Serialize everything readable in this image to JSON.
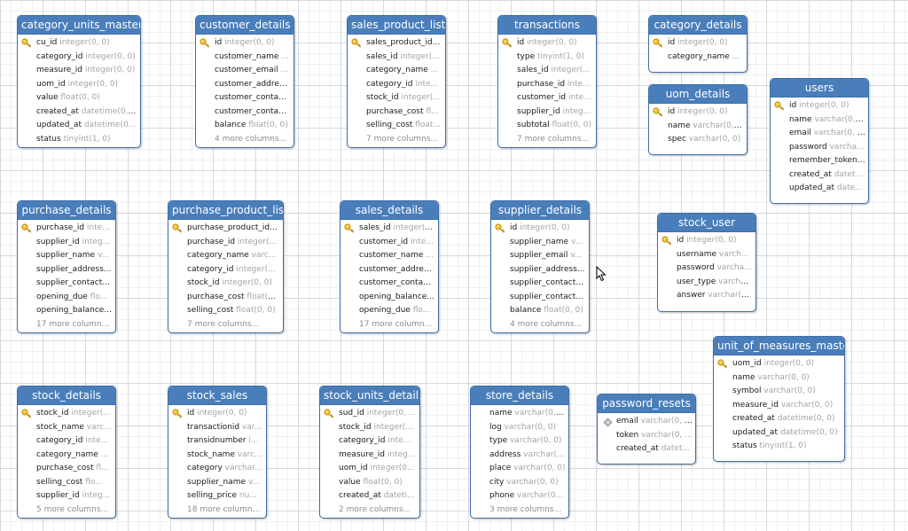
{
  "tables": [
    {
      "id": "category_units_masters",
      "title": "category_units_masters",
      "rows": [
        {
          "key": "pk",
          "name": "cu_id",
          "type": "integer(0, 0)"
        },
        {
          "name": "category_id",
          "type": "integer(0, 0)"
        },
        {
          "name": "measure_id",
          "type": "integer(0, 0)"
        },
        {
          "name": "uom_id",
          "type": "integer(0, 0)"
        },
        {
          "name": "value",
          "type": "float(0, 0)"
        },
        {
          "name": "created_at",
          "type": "datetime(0, ..."
        },
        {
          "name": "updated_at",
          "type": "datetime(0..."
        },
        {
          "name": "status",
          "type": "tinyint(1, 0)"
        }
      ]
    },
    {
      "id": "customer_details",
      "title": "customer_details",
      "rows": [
        {
          "key": "pk",
          "name": "id",
          "type": "integer(0, 0)"
        },
        {
          "name": "customer_name",
          "type": "..."
        },
        {
          "name": "customer_email",
          "type": "..."
        },
        {
          "name": "customer_address",
          "type": "..."
        },
        {
          "name": "customer_contact1",
          "type": ""
        },
        {
          "name": "customer_contact2",
          "type": ""
        },
        {
          "name": "balance",
          "type": "float(0, 0)"
        },
        {
          "more": "4 more columns..."
        }
      ]
    },
    {
      "id": "sales_product_list",
      "title": "sales_product_list",
      "rows": [
        {
          "key": "pk",
          "name": "sales_product_id...",
          "type": ""
        },
        {
          "name": "sales_id",
          "type": "integer(..."
        },
        {
          "name": "category_name",
          "type": "..."
        },
        {
          "name": "category_id",
          "type": "inte..."
        },
        {
          "name": "stock_id",
          "type": "integer(..."
        },
        {
          "name": "purchase_cost",
          "type": "fl..."
        },
        {
          "name": "selling_cost",
          "type": "float..."
        },
        {
          "more": "7 more columns..."
        }
      ]
    },
    {
      "id": "transactions",
      "title": "transactions",
      "rows": [
        {
          "key": "pk",
          "name": "id",
          "type": "integer(0, 0)"
        },
        {
          "name": "type",
          "type": "tinyint(1, 0)"
        },
        {
          "name": "sales_id",
          "type": "integer(..."
        },
        {
          "name": "purchase_id",
          "type": "inte..."
        },
        {
          "name": "customer_id",
          "type": "inte..."
        },
        {
          "name": "supplier_id",
          "type": "integ..."
        },
        {
          "name": "subtotal",
          "type": "float(0, 0)"
        },
        {
          "more": "7 more columns..."
        }
      ]
    },
    {
      "id": "category_details",
      "title": "category_details",
      "rows": [
        {
          "key": "pk",
          "name": "id",
          "type": "integer(0, 0)"
        },
        {
          "name": "category_name",
          "type": "..."
        }
      ]
    },
    {
      "id": "uom_details",
      "title": "uom_details",
      "rows": [
        {
          "key": "pk",
          "name": "id",
          "type": "integer(0, 0)"
        },
        {
          "name": "name",
          "type": "varchar(0, ..."
        },
        {
          "name": "spec",
          "type": "varchar(0, 0)"
        }
      ]
    },
    {
      "id": "users",
      "title": "users",
      "rows": [
        {
          "key": "pk",
          "name": "id",
          "type": "integer(0, 0)"
        },
        {
          "name": "name",
          "type": "varchar(0, ..."
        },
        {
          "name": "email",
          "type": "varchar(0, 0)"
        },
        {
          "name": "password",
          "type": "varcha..."
        },
        {
          "name": "remember_token",
          "type": "..."
        },
        {
          "name": "created_at",
          "type": "datet..."
        },
        {
          "name": "updated_at",
          "type": "date..."
        }
      ]
    },
    {
      "id": "purchase_details",
      "title": "purchase_details",
      "rows": [
        {
          "key": "pk",
          "name": "purchase_id",
          "type": "inte..."
        },
        {
          "name": "supplier_id",
          "type": "integ..."
        },
        {
          "name": "supplier_name",
          "type": "v..."
        },
        {
          "name": "supplier_address...",
          "type": ""
        },
        {
          "name": "supplier_contact1...",
          "type": ""
        },
        {
          "name": "opening_due",
          "type": "flo..."
        },
        {
          "name": "opening_balance...",
          "type": ""
        },
        {
          "more": "17 more columns..."
        }
      ]
    },
    {
      "id": "purchase_product_list",
      "title": "purchase_product_list",
      "rows": [
        {
          "key": "pk",
          "name": "purchase_product_id...",
          "type": ""
        },
        {
          "name": "purchase_id",
          "type": "integer(..."
        },
        {
          "name": "category_name",
          "type": "varc..."
        },
        {
          "name": "category_id",
          "type": "integer(..."
        },
        {
          "name": "stock_id",
          "type": "integer(0, 0)"
        },
        {
          "name": "purchase_cost",
          "type": "float(0..."
        },
        {
          "name": "selling_cost",
          "type": "float(0, 0)"
        },
        {
          "more": "7 more columns..."
        }
      ]
    },
    {
      "id": "sales_details",
      "title": "sales_details",
      "rows": [
        {
          "key": "pk",
          "name": "sales_id",
          "type": "integer(0..."
        },
        {
          "name": "customer_id",
          "type": "inte..."
        },
        {
          "name": "customer_name",
          "type": "..."
        },
        {
          "name": "customer_address...",
          "type": ""
        },
        {
          "name": "customer_contact1...",
          "type": ""
        },
        {
          "name": "opening_balance...",
          "type": ""
        },
        {
          "name": "opening_due",
          "type": "flo..."
        },
        {
          "more": "17 more columns..."
        }
      ]
    },
    {
      "id": "supplier_details",
      "title": "supplier_details",
      "rows": [
        {
          "key": "pk",
          "name": "id",
          "type": "integer(0, 0)"
        },
        {
          "name": "supplier_name",
          "type": "v..."
        },
        {
          "name": "supplier_email",
          "type": "v..."
        },
        {
          "name": "supplier_address...",
          "type": ""
        },
        {
          "name": "supplier_contact1...",
          "type": ""
        },
        {
          "name": "supplier_contact2...",
          "type": ""
        },
        {
          "name": "balance",
          "type": "float(0, 0)"
        },
        {
          "more": "4 more columns..."
        }
      ]
    },
    {
      "id": "stock_user",
      "title": "stock_user",
      "rows": [
        {
          "key": "pk",
          "name": "id",
          "type": "integer(0, 0)"
        },
        {
          "name": "username",
          "type": "varch..."
        },
        {
          "name": "password",
          "type": "varcha..."
        },
        {
          "name": "user_type",
          "type": "varcha..."
        },
        {
          "name": "answer",
          "type": "varchar(0..."
        }
      ]
    },
    {
      "id": "unit_of_measures_master",
      "title": "unit_of_measures_master",
      "rows": [
        {
          "key": "pk",
          "name": "uom_id",
          "type": "integer(0, 0)"
        },
        {
          "name": "name",
          "type": "varchar(0, 0)"
        },
        {
          "name": "symbol",
          "type": "varchar(0, 0)"
        },
        {
          "name": "measure_id",
          "type": "varchar(0, 0)"
        },
        {
          "name": "created_at",
          "type": "datetime(0, 0)"
        },
        {
          "name": "updated_at",
          "type": "datetime(0, 0)"
        },
        {
          "name": "status",
          "type": "tinyint(1, 0)"
        }
      ]
    },
    {
      "id": "stock_details",
      "title": "stock_details",
      "rows": [
        {
          "key": "pk",
          "name": "stock_id",
          "type": "integer(..."
        },
        {
          "name": "stock_name",
          "type": "varc..."
        },
        {
          "name": "category_id",
          "type": "inte..."
        },
        {
          "name": "category_name",
          "type": "..."
        },
        {
          "name": "purchase_cost",
          "type": "fl..."
        },
        {
          "name": "selling_cost",
          "type": "flo..."
        },
        {
          "name": "supplier_id",
          "type": "integ..."
        },
        {
          "more": "5 more columns..."
        }
      ]
    },
    {
      "id": "stock_sales",
      "title": "stock_sales",
      "rows": [
        {
          "key": "pk",
          "name": "id",
          "type": "integer(0, 0)"
        },
        {
          "name": "transactionid",
          "type": "var..."
        },
        {
          "name": "transidnumber",
          "type": "i..."
        },
        {
          "name": "stock_name",
          "type": "varc..."
        },
        {
          "name": "category",
          "type": "varchar..."
        },
        {
          "name": "supplier_name",
          "type": "v..."
        },
        {
          "name": "selling_price",
          "type": "nu..."
        },
        {
          "more": "18 more columns..."
        }
      ]
    },
    {
      "id": "stock_units_details",
      "title": "stock_units_details",
      "rows": [
        {
          "key": "pk",
          "name": "sud_id",
          "type": "integer(0, ..."
        },
        {
          "name": "stock_id",
          "type": "integer(..."
        },
        {
          "name": "category_id",
          "type": "inte..."
        },
        {
          "name": "measure_id",
          "type": "integ..."
        },
        {
          "name": "uom_id",
          "type": "integer(0..."
        },
        {
          "name": "value",
          "type": "float(0, 0)"
        },
        {
          "name": "created_at",
          "type": "dateti..."
        },
        {
          "more": "2 more columns..."
        }
      ]
    },
    {
      "id": "store_details",
      "title": "store_details",
      "rows": [
        {
          "name": "name",
          "type": "varchar(0, ..."
        },
        {
          "name": "log",
          "type": "varchar(0, 0)"
        },
        {
          "name": "type",
          "type": "varchar(0, 0)"
        },
        {
          "name": "address",
          "type": "varchar(..."
        },
        {
          "name": "place",
          "type": "varchar(0, 0)"
        },
        {
          "name": "city",
          "type": "varchar(0, 0)"
        },
        {
          "name": "phone",
          "type": "varchar(0..."
        },
        {
          "more": "3 more columns..."
        }
      ]
    },
    {
      "id": "password_resets",
      "title": "password_resets",
      "rows": [
        {
          "key": "idx",
          "name": "email",
          "type": "varchar(0, 0)"
        },
        {
          "name": "token",
          "type": "varchar(0, ..."
        },
        {
          "name": "created_at",
          "type": "datet..."
        }
      ]
    }
  ],
  "colors": {
    "header": "#4a7ebb",
    "border": "#3d6fa8",
    "key": "#f2c22b",
    "type_text": "#a3a3a3"
  }
}
